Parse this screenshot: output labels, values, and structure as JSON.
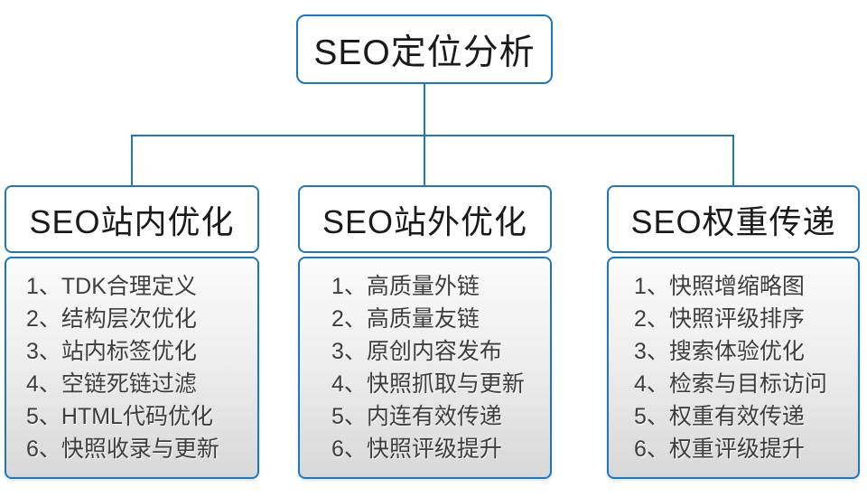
{
  "accent_color": "#1b78c0",
  "root": {
    "label": "SEO定位分析"
  },
  "columns": [
    {
      "header": "SEO站内优化",
      "items": [
        "1、TDK合理定义",
        "2、结构层次优化",
        "3、站内标签优化",
        "4、空链死链过滤",
        "5、HTML代码优化",
        "6、快照收录与更新"
      ]
    },
    {
      "header": "SEO站外优化",
      "items": [
        "1、高质量外链",
        "2、高质量友链",
        "3、原创内容发布",
        "4、快照抓取与更新",
        "5、内连有效传递",
        "6、快照评级提升"
      ]
    },
    {
      "header": "SEO权重传递",
      "items": [
        "1、快照增缩略图",
        "2、快照评级排序",
        "3、搜索体验优化",
        "4、检索与目标访问",
        "5、权重有效传递",
        "6、权重评级提升"
      ]
    }
  ]
}
